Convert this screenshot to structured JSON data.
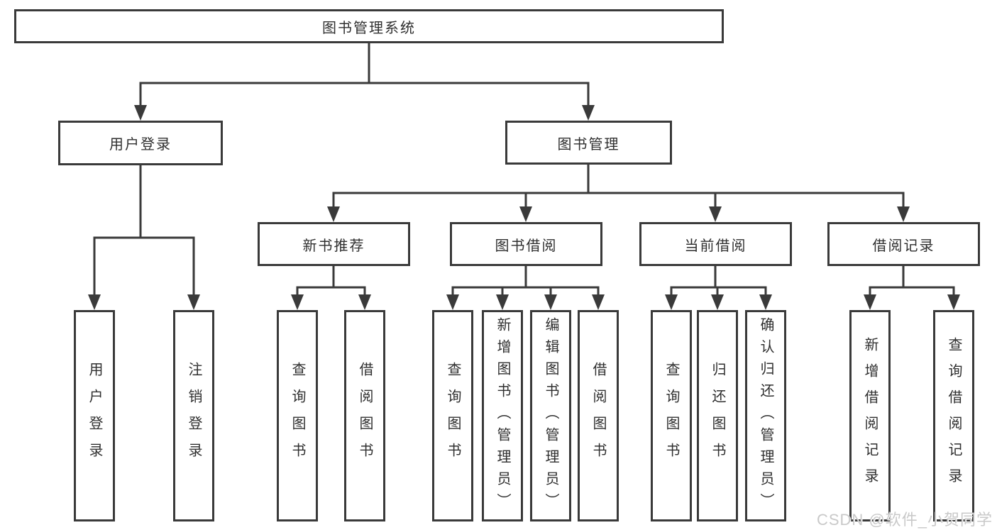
{
  "title": "图书管理系统",
  "nodes": {
    "user_login": "用户登录",
    "book_mgmt": "图书管理",
    "new_book_rec": "新书推荐",
    "book_borrow": "图书借阅",
    "current_borrow": "当前借阅",
    "borrow_record": "借阅记录"
  },
  "leaves": [
    "用户登录",
    "注销登录",
    "查询图书",
    "借阅图书",
    "查询图书",
    "新增图书（管理员）",
    "编辑图书（管理员）",
    "借阅图书",
    "查询图书",
    "归还图书",
    "确认归还（管理员）",
    "新增借阅记录",
    "查询借阅记录"
  ],
  "watermark": "CSDN @软件_小贺同学",
  "colors": {
    "line": "#3a3a3a",
    "text": "#2f2f2f",
    "background": "#ffffff",
    "watermark": "#c9c9c9"
  }
}
